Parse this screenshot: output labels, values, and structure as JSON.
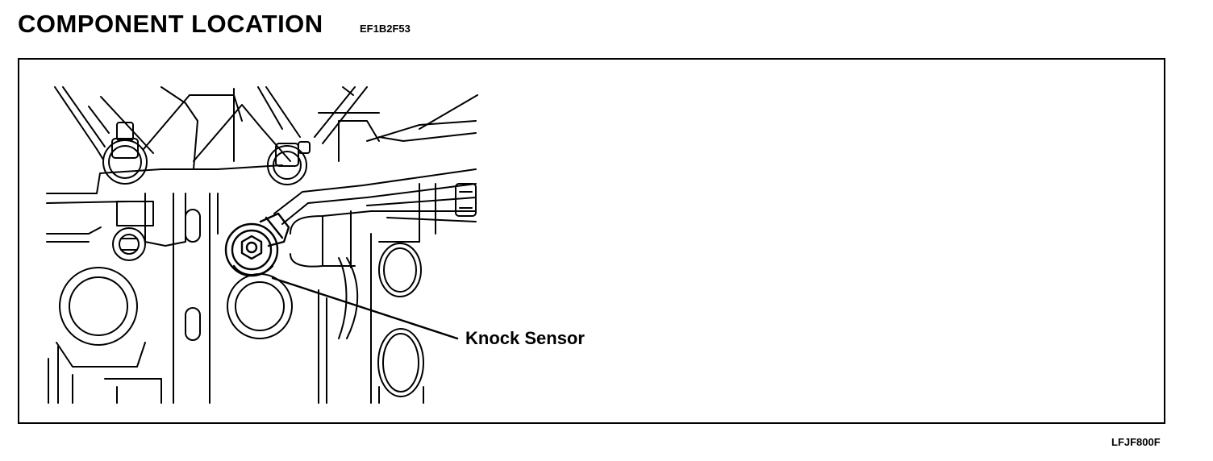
{
  "header": {
    "title": "COMPONENT  LOCATION",
    "code": "EF1B2F53"
  },
  "figure": {
    "callout_label": "Knock Sensor",
    "figure_id": "LFJF800F"
  }
}
